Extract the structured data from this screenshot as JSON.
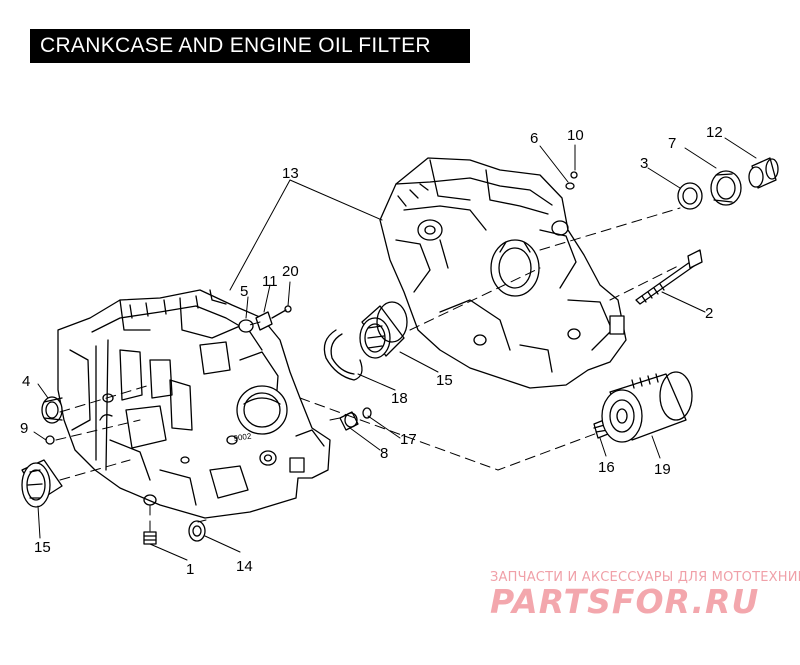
{
  "header": {
    "title": "CRANKCASE AND ENGINE OIL FILTER"
  },
  "callouts": {
    "c1": "1",
    "c2": "2",
    "c3": "3",
    "c4": "4",
    "c5": "5",
    "c6": "6",
    "c7": "7",
    "c8": "8",
    "c9": "9",
    "c10": "10",
    "c11": "11",
    "c12": "12",
    "c13": "13",
    "c14": "14",
    "c15a": "15",
    "c15b": "15",
    "c16": "16",
    "c17": "17",
    "c18": "18",
    "c19": "19",
    "c20": "20"
  },
  "casting_mark": "9002",
  "watermark": {
    "line1": "ЗАПЧАСТИ И АКСЕССУАРЫ ДЛЯ МОТОТЕХНИКИ",
    "line2": "PARTSFOR.RU"
  },
  "colors": {
    "line": "#000000",
    "watermark": "#f3a7ad"
  }
}
